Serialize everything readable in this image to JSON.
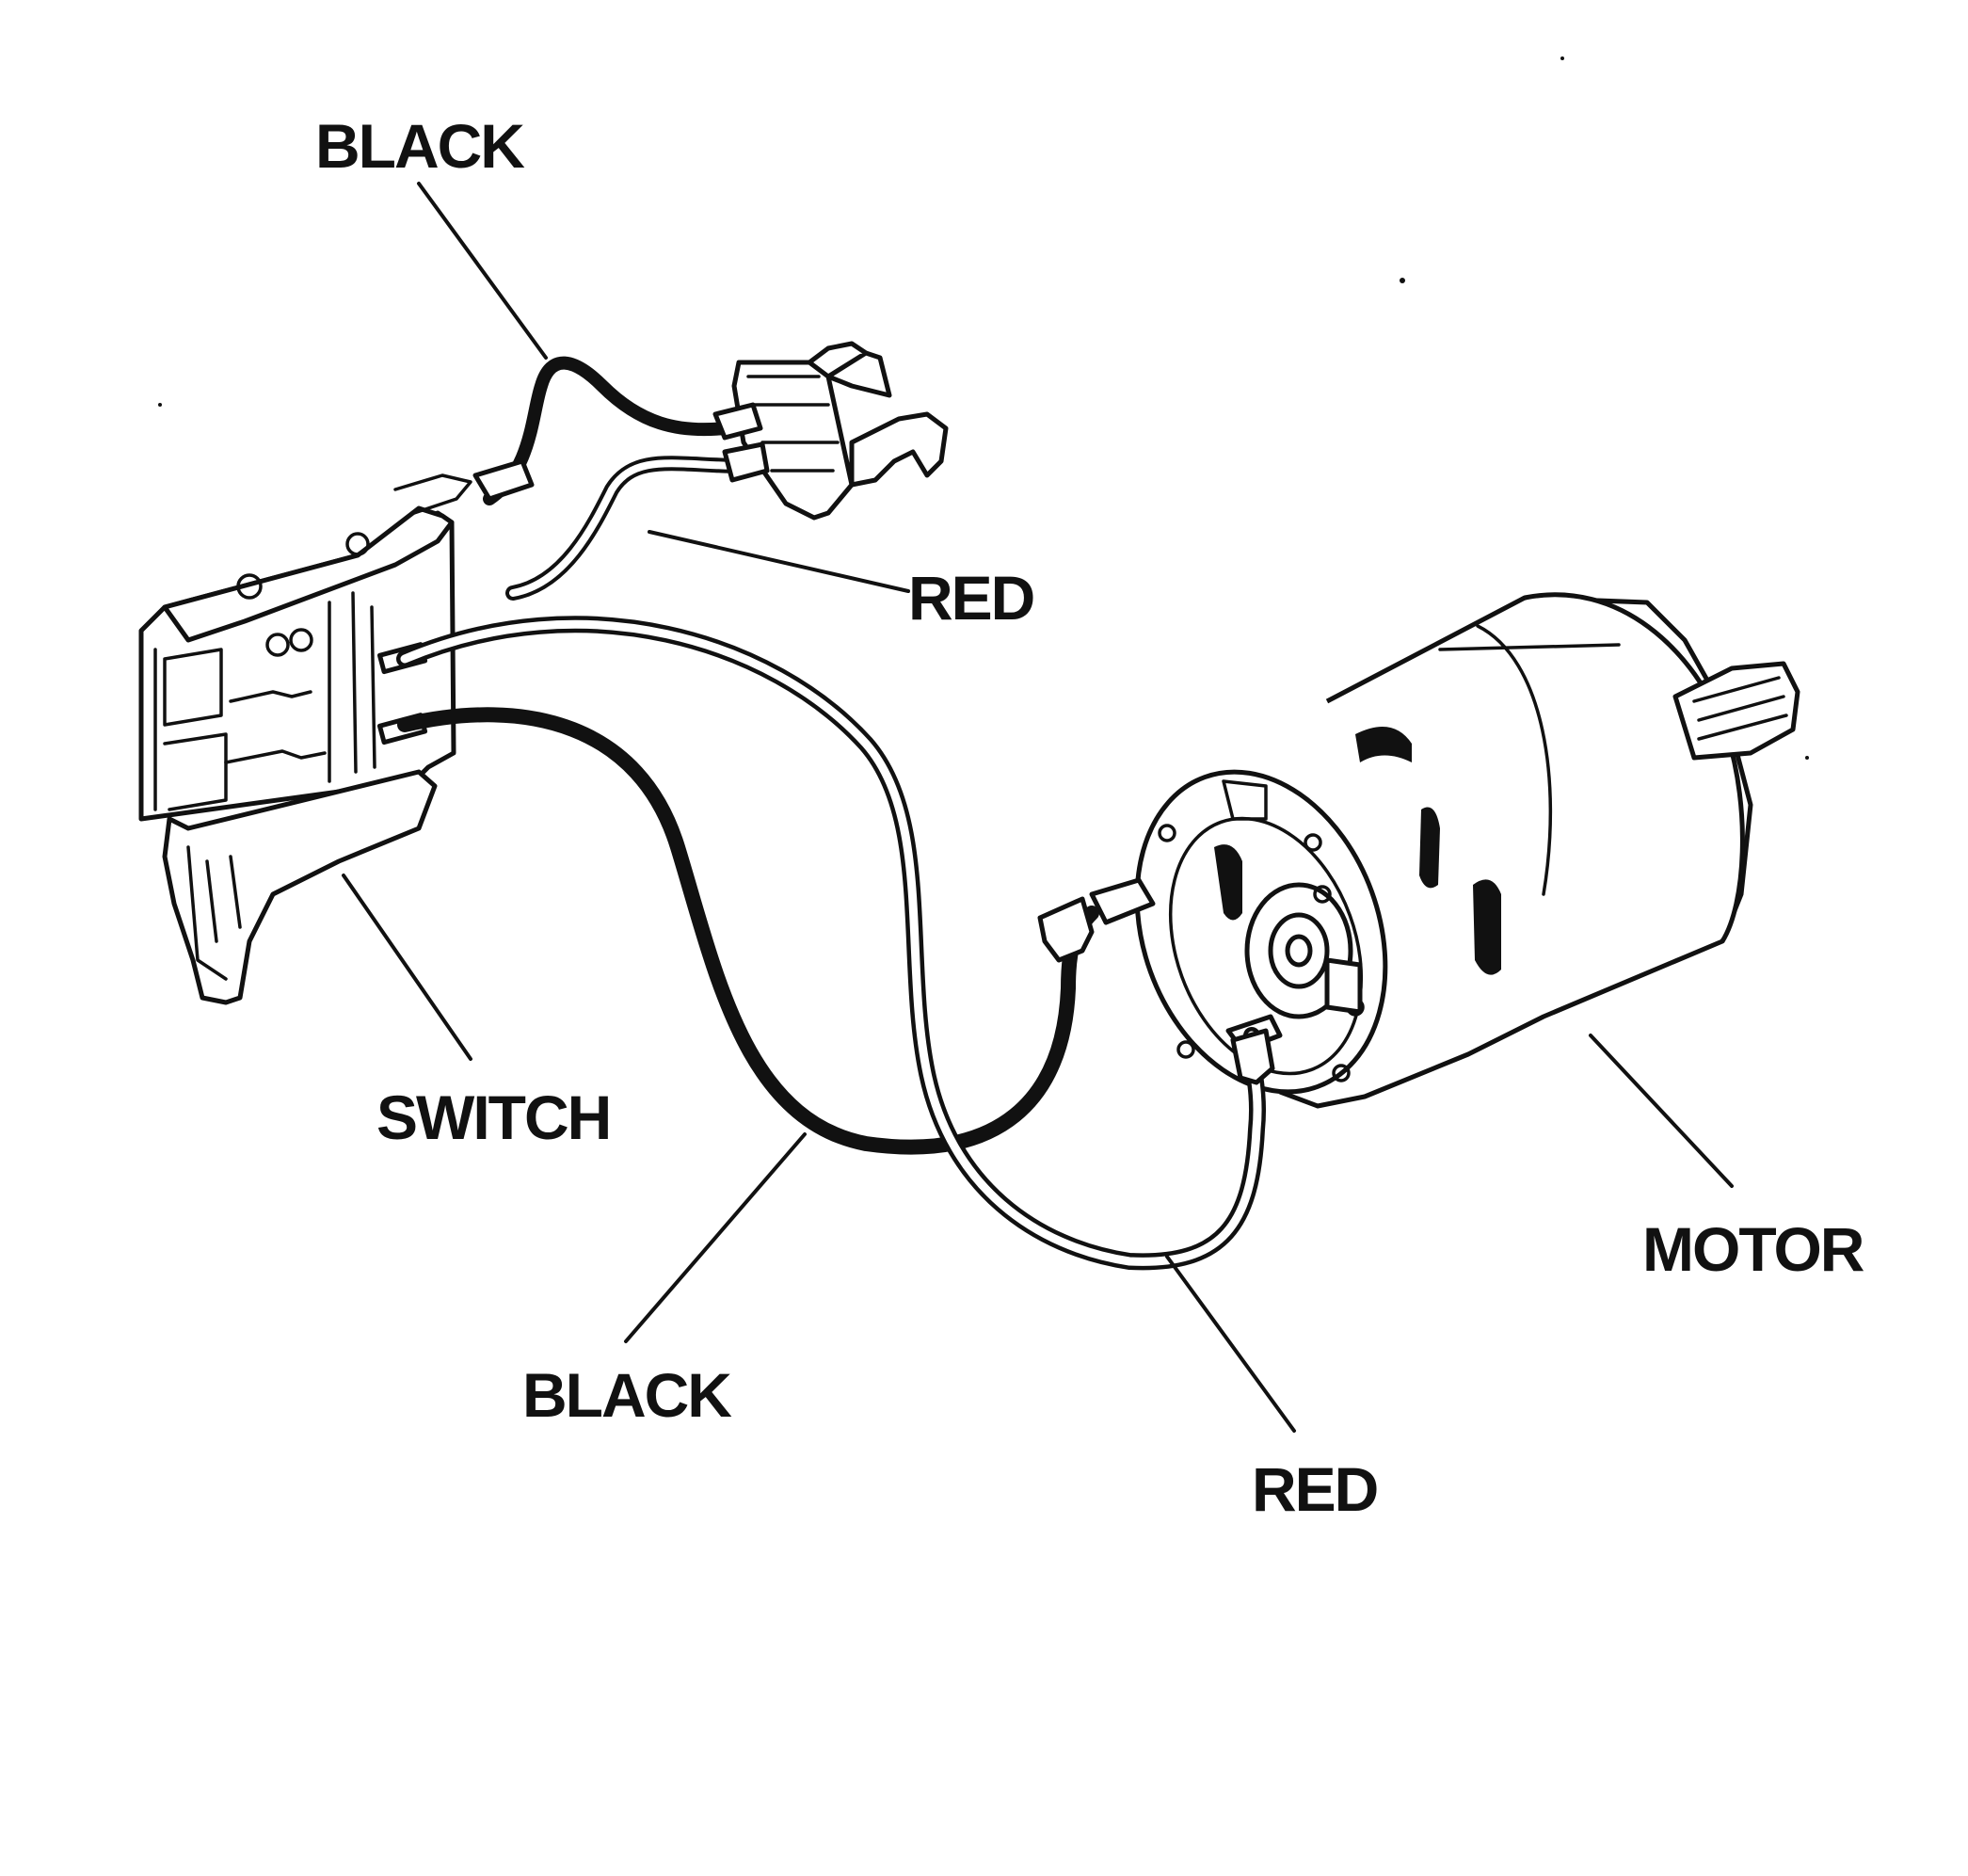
{
  "labels": {
    "black_top": "BLACK",
    "red_top": "RED",
    "switch": "SWITCH",
    "black_bottom": "BLACK",
    "red_bottom": "RED",
    "motor": "MOTOR"
  },
  "colors": {
    "ink": "#111111",
    "background": "#ffffff"
  }
}
